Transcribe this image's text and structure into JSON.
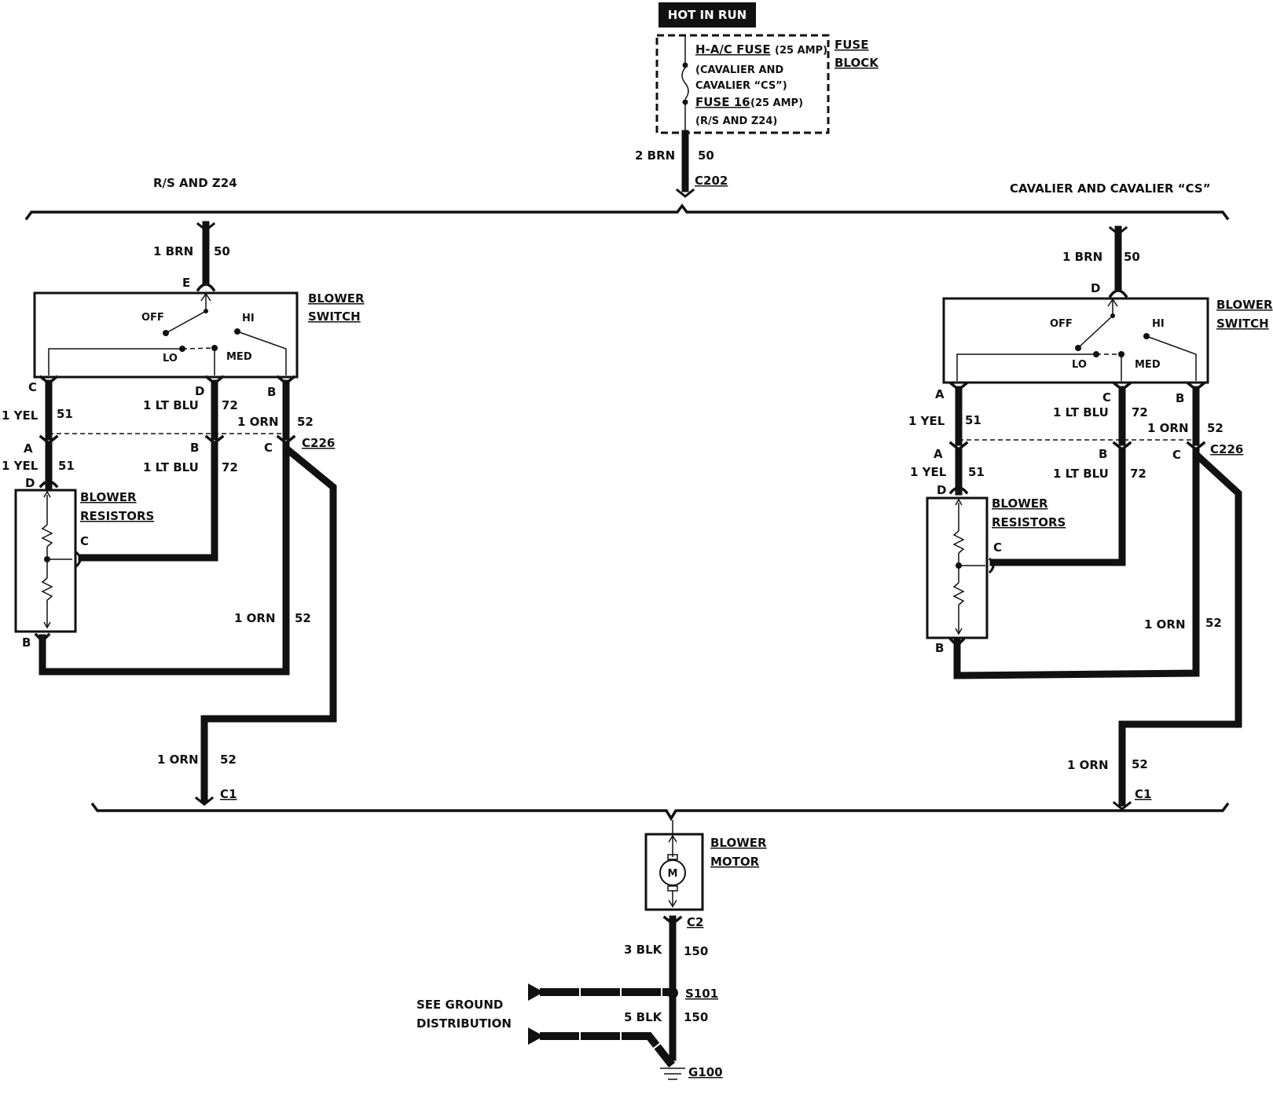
{
  "top": {
    "hot_label": "HOT IN RUN",
    "fuse_block_l1": "FUSE",
    "fuse_block_l2": "BLOCK",
    "hac_fuse": "H-A/C FUSE",
    "hac_amp": "(25 AMP)",
    "hac_cond1": "(CAVALIER AND",
    "hac_cond2": "CAVALIER “CS”)",
    "fuse16": "FUSE 16",
    "fuse16_amp": "(25 AMP)",
    "fuse16_cond": "(R/S AND Z24)",
    "feed_wire": "2 BRN",
    "feed_circuit": "50",
    "feed_connector": "C202"
  },
  "left": {
    "title": "R/S AND Z24",
    "in_wire": "1 BRN",
    "in_circuit": "50",
    "in_pin": "E",
    "switch_l1": "BLOWER",
    "switch_l2": "SWITCH",
    "pos_off": "OFF",
    "pos_hi": "HI",
    "pos_lo": "LO",
    "pos_med": "MED",
    "pin_sw_a": "C",
    "pin_sw_b": "D",
    "pin_sw_c": "B",
    "w1_upper": "1 YEL",
    "c1_upper": "51",
    "w2_upper": "1 LT BLU",
    "c2_upper": "72",
    "w3_upper": "1 ORN",
    "c3_upper": "52",
    "pin_conn_a": "A",
    "pin_conn_b": "B",
    "pin_conn_c": "C",
    "conn_name": "C226",
    "w1_lower": "1 YEL",
    "c1_lower": "51",
    "w2_lower": "1 LT BLU",
    "c2_lower": "72",
    "res_pin_top": "D",
    "res_pin_mid": "C",
    "res_pin_bot": "B",
    "res_l1": "BLOWER",
    "res_l2": "RESISTORS",
    "w3_mid": "1 ORN",
    "c3_mid": "52",
    "w4": "1 ORN",
    "c4": "52",
    "c1_name": "C1"
  },
  "right": {
    "title": "CAVALIER AND CAVALIER “CS”",
    "in_wire": "1 BRN",
    "in_circuit": "50",
    "in_pin": "D",
    "switch_l1": "BLOWER",
    "switch_l2": "SWITCH",
    "pos_off": "OFF",
    "pos_hi": "HI",
    "pos_lo": "LO",
    "pos_med": "MED",
    "pin_sw_a": "A",
    "pin_sw_b": "C",
    "pin_sw_c": "B",
    "w1_upper": "1 YEL",
    "c1_upper": "51",
    "w2_upper": "1 LT BLU",
    "c2_upper": "72",
    "w3_upper": "1 ORN",
    "c3_upper": "52",
    "pin_conn_a": "A",
    "pin_conn_b": "B",
    "pin_conn_c": "C",
    "conn_name": "C226",
    "w1_lower": "1 YEL",
    "c1_lower": "51",
    "w2_lower": "1 LT BLU",
    "c2_lower": "72",
    "res_pin_top": "D",
    "res_pin_mid": "C",
    "res_pin_bot": "B",
    "res_l1": "BLOWER",
    "res_l2": "RESISTORS",
    "w3_mid": "1 ORN",
    "c3_mid": "52",
    "w4": "1 ORN",
    "c4": "52",
    "c1_name": "C1"
  },
  "bottom": {
    "motor_l1": "BLOWER",
    "motor_l2": "MOTOR",
    "motor_symbol": "M",
    "motor_conn": "C2",
    "gnd_wire1": "3 BLK",
    "gnd_circuit1": "150",
    "splice": "S101",
    "see_l1": "SEE GROUND",
    "see_l2": "DISTRIBUTION",
    "gnd_wire2": "5 BLK",
    "gnd_circuit2": "150",
    "ground": "G100"
  }
}
